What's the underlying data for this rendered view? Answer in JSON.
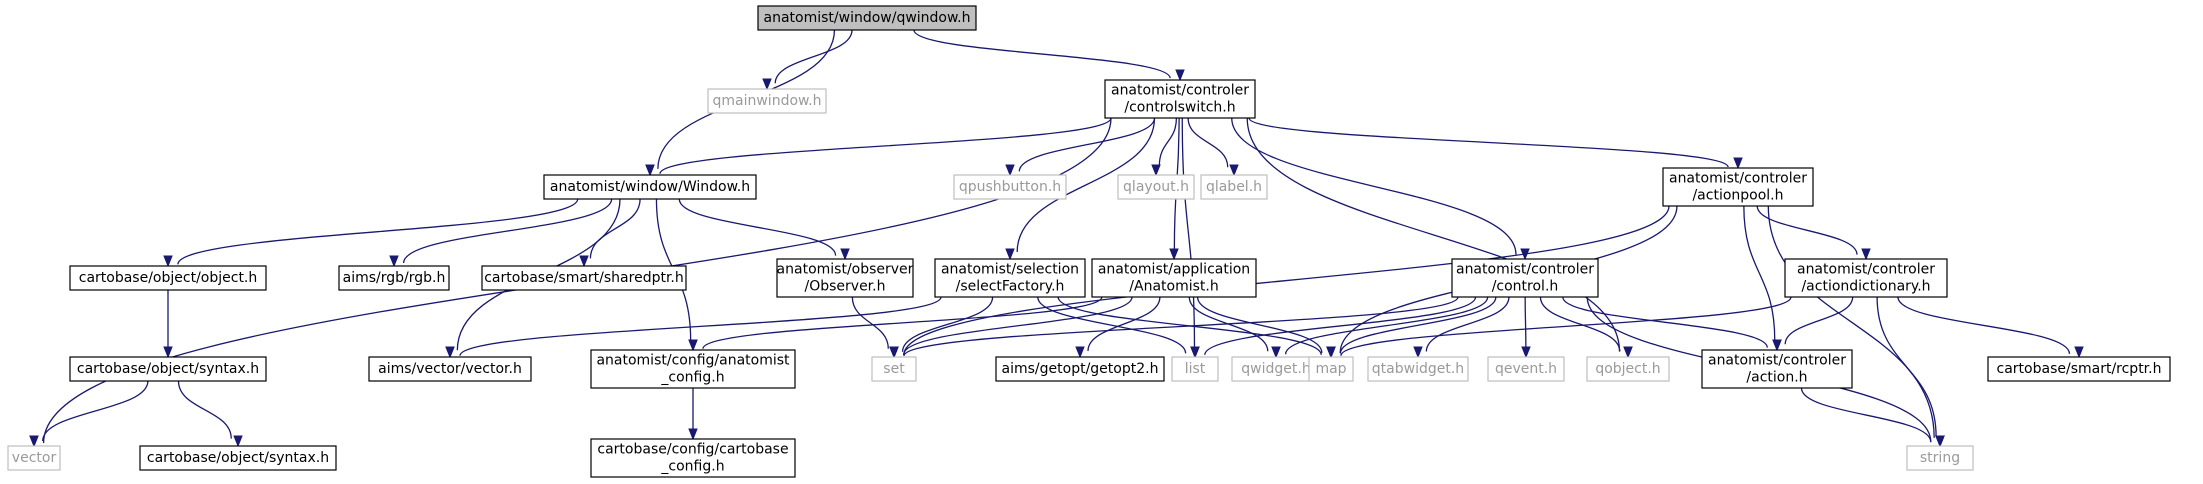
{
  "title": "",
  "nodes": [
    {
      "id": "qwindow",
      "lines": [
        "anatomist/window/qwindow.h"
      ],
      "style": "root"
    },
    {
      "id": "qmainwindow",
      "lines": [
        "qmainwindow.h"
      ],
      "style": "ext"
    },
    {
      "id": "controlswitch",
      "lines": [
        "anatomist/controler",
        "/controlswitch.h"
      ],
      "style": "doc"
    },
    {
      "id": "window",
      "lines": [
        "anatomist/window/Window.h"
      ],
      "style": "doc"
    },
    {
      "id": "qpushbutton",
      "lines": [
        "qpushbutton.h"
      ],
      "style": "ext"
    },
    {
      "id": "qlayout",
      "lines": [
        "qlayout.h"
      ],
      "style": "ext"
    },
    {
      "id": "qlabel",
      "lines": [
        "qlabel.h"
      ],
      "style": "ext"
    },
    {
      "id": "actionpool",
      "lines": [
        "anatomist/controler",
        "/actionpool.h"
      ],
      "style": "doc"
    },
    {
      "id": "object",
      "lines": [
        "cartobase/object/object.h"
      ],
      "style": "doc"
    },
    {
      "id": "rgb",
      "lines": [
        "aims/rgb/rgb.h"
      ],
      "style": "doc"
    },
    {
      "id": "sharedptr",
      "lines": [
        "cartobase/smart/sharedptr.h"
      ],
      "style": "doc"
    },
    {
      "id": "observer",
      "lines": [
        "anatomist/observer",
        "/Observer.h"
      ],
      "style": "doc"
    },
    {
      "id": "selectfactory",
      "lines": [
        "anatomist/selection",
        "/selectFactory.h"
      ],
      "style": "doc"
    },
    {
      "id": "anatomist",
      "lines": [
        "anatomist/application",
        "/Anatomist.h"
      ],
      "style": "doc"
    },
    {
      "id": "control",
      "lines": [
        "anatomist/controler",
        "/control.h"
      ],
      "style": "doc"
    },
    {
      "id": "actiondictionary",
      "lines": [
        "anatomist/controler",
        "/actiondictionary.h"
      ],
      "style": "doc"
    },
    {
      "id": "syntax",
      "lines": [
        "cartobase/object/syntax.h"
      ],
      "style": "doc"
    },
    {
      "id": "vectorh",
      "lines": [
        "aims/vector/vector.h"
      ],
      "style": "doc"
    },
    {
      "id": "anaconfig",
      "lines": [
        "anatomist/config/anatomist",
        "_config.h"
      ],
      "style": "doc"
    },
    {
      "id": "set",
      "lines": [
        "set"
      ],
      "style": "ext"
    },
    {
      "id": "getopt2",
      "lines": [
        "aims/getopt/getopt2.h"
      ],
      "style": "doc"
    },
    {
      "id": "list",
      "lines": [
        "list"
      ],
      "style": "ext"
    },
    {
      "id": "qwidget",
      "lines": [
        "qwidget.h"
      ],
      "style": "ext"
    },
    {
      "id": "map",
      "lines": [
        "map"
      ],
      "style": "ext"
    },
    {
      "id": "qtabwidget",
      "lines": [
        "qtabwidget.h"
      ],
      "style": "ext"
    },
    {
      "id": "qevent",
      "lines": [
        "qevent.h"
      ],
      "style": "ext"
    },
    {
      "id": "qobject",
      "lines": [
        "qobject.h"
      ],
      "style": "ext"
    },
    {
      "id": "action",
      "lines": [
        "anatomist/controler",
        "/action.h"
      ],
      "style": "doc"
    },
    {
      "id": "rcptr",
      "lines": [
        "cartobase/smart/rcptr.h"
      ],
      "style": "doc"
    },
    {
      "id": "vector",
      "lines": [
        "vector"
      ],
      "style": "ext"
    },
    {
      "id": "syntaxh2",
      "lines": [
        "cartobase/object/syntax.h"
      ],
      "style": "doc"
    },
    {
      "id": "cartoconfig",
      "lines": [
        "cartobase/config/cartobase",
        "_config.h"
      ],
      "style": "doc"
    },
    {
      "id": "string",
      "lines": [
        "string"
      ],
      "style": "ext"
    }
  ],
  "edges": [
    [
      "qwindow",
      "qmainwindow"
    ],
    [
      "qwindow",
      "controlswitch"
    ],
    [
      "qwindow",
      "window"
    ],
    [
      "controlswitch",
      "window"
    ],
    [
      "controlswitch",
      "vector"
    ],
    [
      "controlswitch",
      "qpushbutton"
    ],
    [
      "controlswitch",
      "qlayout"
    ],
    [
      "controlswitch",
      "qlabel"
    ],
    [
      "controlswitch",
      "actionpool"
    ],
    [
      "controlswitch",
      "selectfactory"
    ],
    [
      "controlswitch",
      "anatomist"
    ],
    [
      "controlswitch",
      "control"
    ],
    [
      "controlswitch",
      "list"
    ],
    [
      "controlswitch",
      "qobject"
    ],
    [
      "window",
      "object"
    ],
    [
      "window",
      "rgb"
    ],
    [
      "window",
      "sharedptr"
    ],
    [
      "window",
      "observer"
    ],
    [
      "window",
      "vectorh"
    ],
    [
      "window",
      "anaconfig"
    ],
    [
      "actionpool",
      "actiondictionary"
    ],
    [
      "actionpool",
      "action"
    ],
    [
      "actionpool",
      "set"
    ],
    [
      "actionpool",
      "map"
    ],
    [
      "actionpool",
      "string"
    ],
    [
      "object",
      "syntax"
    ],
    [
      "observer",
      "set"
    ],
    [
      "selectfactory",
      "vectorh"
    ],
    [
      "selectfactory",
      "set"
    ],
    [
      "selectfactory",
      "list"
    ],
    [
      "selectfactory",
      "map"
    ],
    [
      "anatomist",
      "anaconfig"
    ],
    [
      "anatomist",
      "set"
    ],
    [
      "anatomist",
      "getopt2"
    ],
    [
      "anatomist",
      "qwidget"
    ],
    [
      "anatomist",
      "map"
    ],
    [
      "control",
      "set"
    ],
    [
      "control",
      "list"
    ],
    [
      "control",
      "qwidget"
    ],
    [
      "control",
      "map"
    ],
    [
      "control",
      "qtabwidget"
    ],
    [
      "control",
      "qevent"
    ],
    [
      "control",
      "qobject"
    ],
    [
      "control",
      "action"
    ],
    [
      "control",
      "string"
    ],
    [
      "actiondictionary",
      "map"
    ],
    [
      "actiondictionary",
      "action"
    ],
    [
      "actiondictionary",
      "rcptr"
    ],
    [
      "actiondictionary",
      "string"
    ],
    [
      "syntax",
      "vector"
    ],
    [
      "syntax",
      "syntaxh2"
    ],
    [
      "anaconfig",
      "cartoconfig"
    ],
    [
      "action",
      "string"
    ]
  ]
}
